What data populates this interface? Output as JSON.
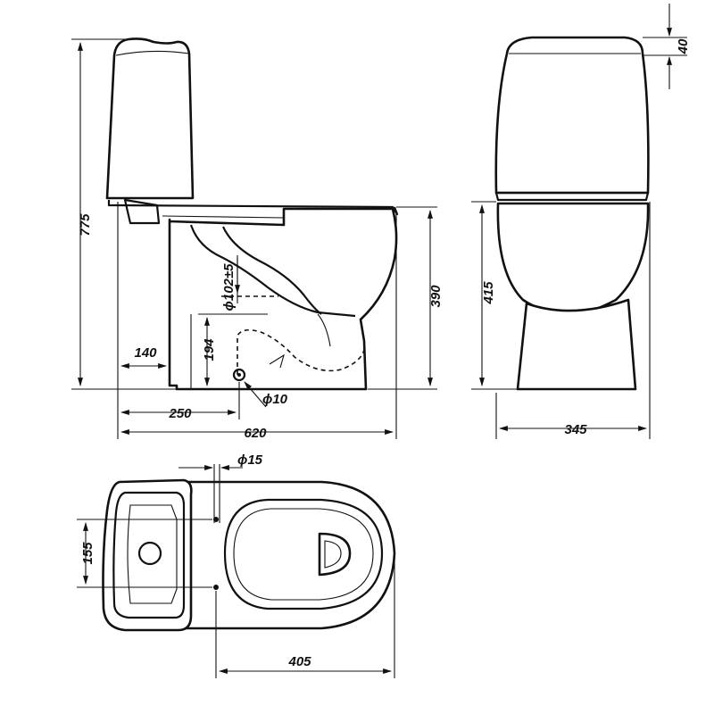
{
  "dimensions": {
    "total_height": "775",
    "cover_height": "40",
    "bowl_height": "390",
    "side_height": "415",
    "offset_140": "140",
    "drain_height": "194",
    "inlet_diameter": "ϕ102±5",
    "fix_diameter": "ϕ10",
    "drain_distance": "250",
    "total_length": "620",
    "width": "345",
    "hole_diameter": "ϕ15",
    "hole_spacing": "155",
    "hole_to_front": "405"
  }
}
